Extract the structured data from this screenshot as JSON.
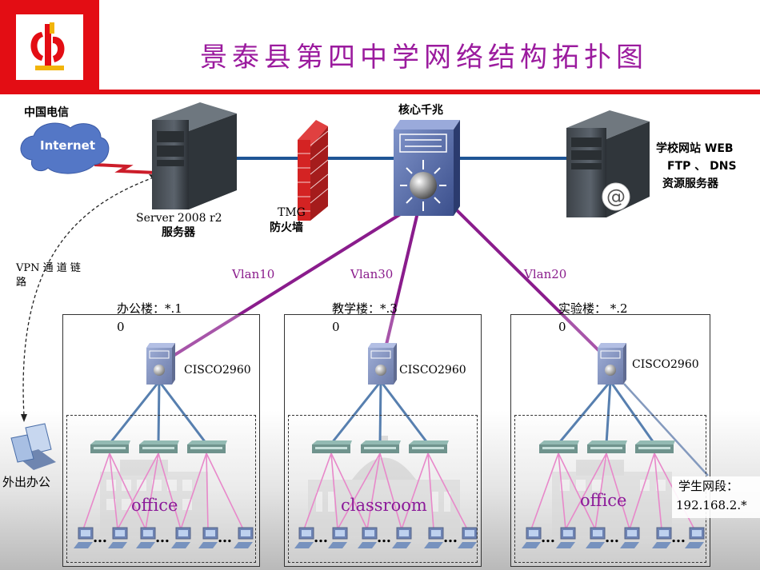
{
  "title": "景泰县第四中学网络结构拓扑图",
  "labels": {
    "telecom": "中国电信",
    "internet": "Internet",
    "server_line1": "Server 2008 r2",
    "server_line2": "服务器",
    "firewall_line1": "TMG",
    "firewall_line2": "防火墙",
    "core": "核心千兆",
    "web_line1": "学校网站 WEB",
    "web_line2": "FTP 、 DNS",
    "web_line3": "资源服务器",
    "vpn_line1": "VPN 通 道 链",
    "vpn_line2": "路",
    "remote": "外出办公"
  },
  "vlans": [
    "Vlan10",
    "Vlan30",
    "Vlan20"
  ],
  "buildings": [
    {
      "name_line1": "办公楼：*.1",
      "name_line2": "0",
      "switch": "CISCO2960",
      "overlay": "office"
    },
    {
      "name_line1": "教学楼：*.3",
      "name_line2": "0",
      "switch": "CISCO2960",
      "overlay": "classroom"
    },
    {
      "name_line1": "实验楼： *.2",
      "name_line2": "0",
      "switch": "CISCO2960",
      "overlay": "office"
    }
  ],
  "student": {
    "line1": "学生网段：",
    "line2": "192.168.2.*"
  },
  "ellipsis": "…",
  "colors": {
    "title": "#9b1b9e",
    "trunk": "#1f5595",
    "vlan_link": "#8a1c8c",
    "pc_link": "#e060b8",
    "logo_bg": "#e30d14"
  }
}
